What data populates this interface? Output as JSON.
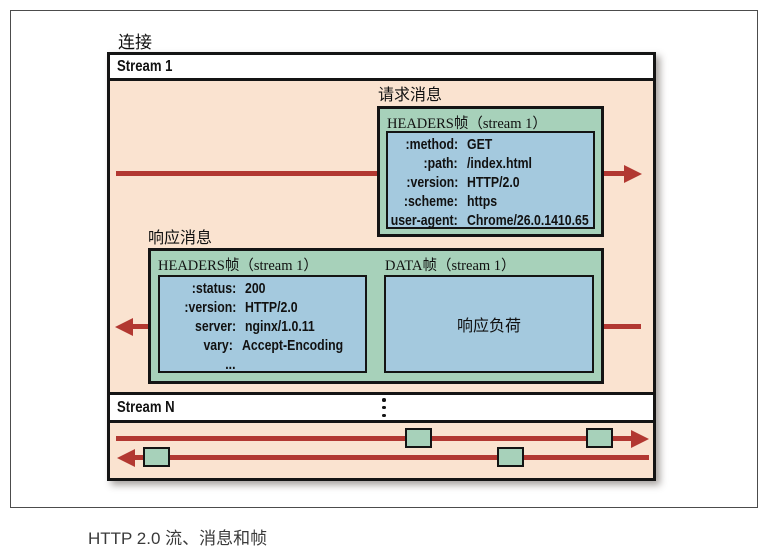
{
  "connection_label": "连接",
  "stream1_label": "Stream 1",
  "streamN_label": "Stream N",
  "request": {
    "message_label": "请求消息",
    "frame_title": "HEADERS帧（stream 1）",
    "fields": [
      {
        "key": ":method:",
        "value": "GET"
      },
      {
        "key": ":path:",
        "value": "/index.html"
      },
      {
        "key": ":version:",
        "value": "HTTP/2.0"
      },
      {
        "key": ":scheme:",
        "value": "https"
      },
      {
        "key": "user-agent:",
        "value": "Chrome/26.0.1410.65"
      }
    ]
  },
  "response": {
    "message_label": "响应消息",
    "headers_frame_title": "HEADERS帧（stream 1）",
    "data_frame_title": "DATA帧（stream 1）",
    "fields": [
      {
        "key": ":status:",
        "value": "200"
      },
      {
        "key": ":version:",
        "value": "HTTP/2.0"
      },
      {
        "key": "server:",
        "value": "nginx/1.0.11"
      },
      {
        "key": "vary:",
        "value": "Accept-Encoding"
      },
      {
        "key": "...",
        "value": ""
      }
    ],
    "data_payload_label": "响应负荷"
  },
  "caption": "HTTP 2.0 流、消息和帧",
  "colors": {
    "peach": "#fae3d0",
    "green": "#a7d1ba",
    "blue": "#a4c9de",
    "red": "#b23831"
  }
}
